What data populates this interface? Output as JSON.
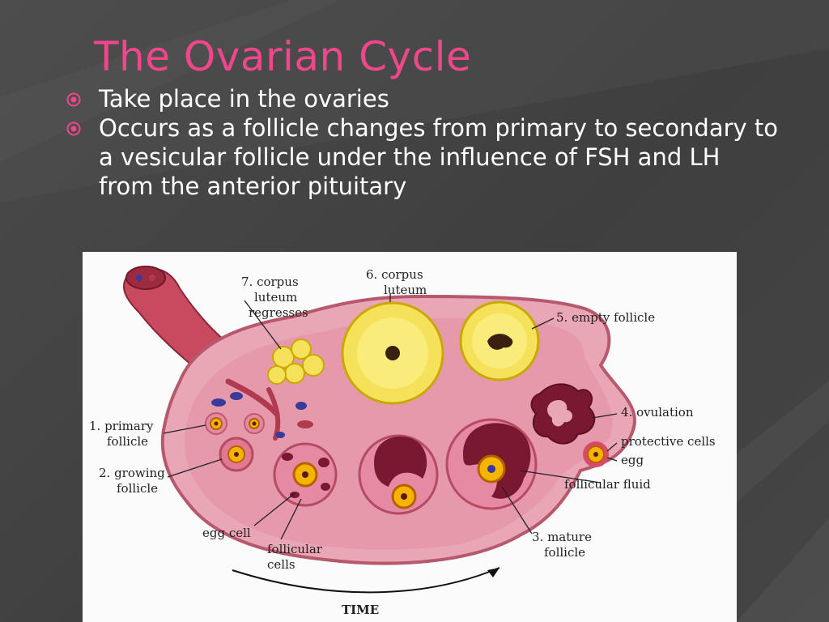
{
  "slide": {
    "title": "The Ovarian Cycle",
    "bullets": [
      "Take place in the ovaries",
      "Occurs as a follicle changes from primary to secondary to a vesicular follicle under the influence of FSH and LH from the anterior pituitary"
    ],
    "colors": {
      "title": "#f0468c",
      "text": "#ffffff",
      "background": "#464646"
    }
  },
  "diagram": {
    "labels": {
      "primary_follicle_1": "1. primary",
      "primary_follicle_2": "follicle",
      "growing_follicle_1": "2. growing",
      "growing_follicle_2": "follicle",
      "egg_cell": "egg cell",
      "follicular_cells_1": "follicular",
      "follicular_cells_2": "cells",
      "mature_follicle_1": "3. mature",
      "mature_follicle_2": "follicle",
      "ovulation": "4. ovulation",
      "protective_cells": "protective cells",
      "egg": "egg",
      "follicular_fluid": "follicular fluid",
      "empty_follicle": "5. empty follicle",
      "corpus_luteum_1": "6. corpus",
      "corpus_luteum_2": "luteum",
      "regresses_1": "7. corpus",
      "regresses_2": "luteum",
      "regresses_3": "regresses",
      "time": "TIME"
    }
  }
}
